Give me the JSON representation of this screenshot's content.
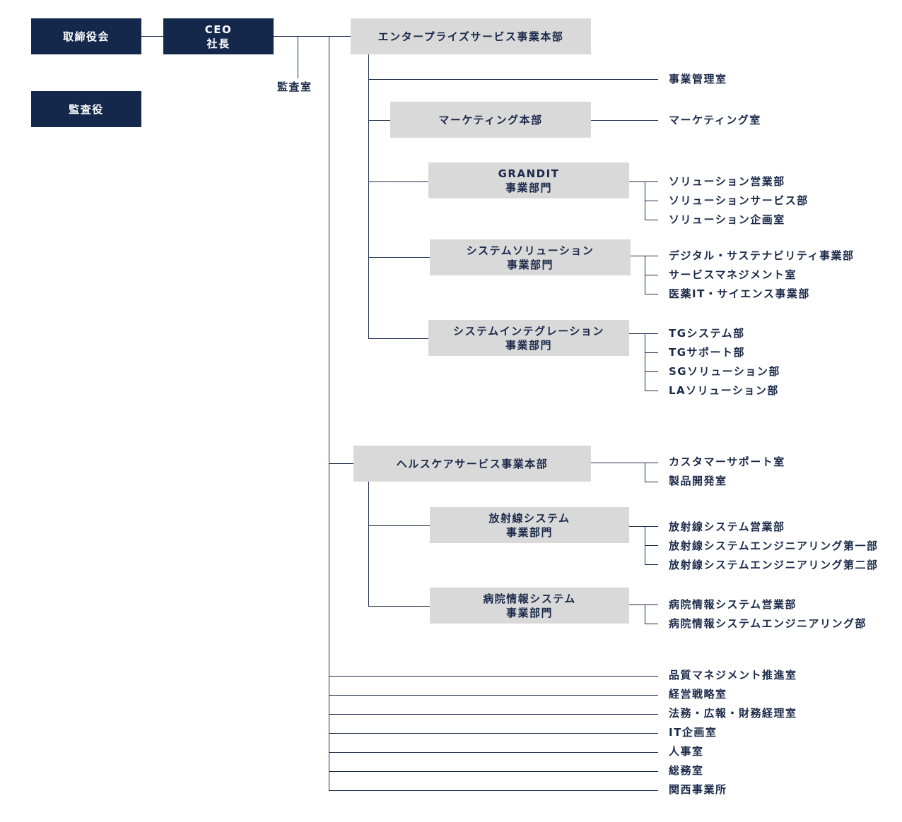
{
  "board": "取締役会",
  "ceo": {
    "line1": "CEO",
    "line2": "社長"
  },
  "auditor": "監査役",
  "audit_office": "監査室",
  "enterprise": {
    "title": "エンタープライズサービス事業本部",
    "business_mgmt": "事業管理室",
    "marketing": {
      "title": "マーケティング本部",
      "office": "マーケティング室"
    },
    "grandit": {
      "line1": "GRANDIT",
      "line2": "事業部門",
      "depts": [
        "ソリューション営業部",
        "ソリューションサービス部",
        "ソリューション企画室"
      ]
    },
    "system_solution": {
      "line1": "システムソリューション",
      "line2": "事業部門",
      "depts": [
        "デジタル・サステナビリティ事業部",
        "サービスマネジメント室",
        "医薬IT・サイエンス事業部"
      ]
    },
    "system_integration": {
      "line1": "システムインテグレーション",
      "line2": "事業部門",
      "depts": [
        "TGシステム部",
        "TGサポート部",
        "SGソリューション部",
        "LAソリューション部"
      ]
    }
  },
  "healthcare": {
    "title": "ヘルスケアサービス事業本部",
    "offices": [
      "カスタマーサポート室",
      "製品開発室"
    ],
    "radiology": {
      "line1": "放射線システム",
      "line2": "事業部門",
      "depts": [
        "放射線システム営業部",
        "放射線システムエンジニアリング第一部",
        "放射線システムエンジニアリング第二部"
      ]
    },
    "hospital": {
      "line1": "病院情報システム",
      "line2": "事業部門",
      "depts": [
        "病院情報システム営業部",
        "病院情報システムエンジニアリング部"
      ]
    }
  },
  "corporate_offices": [
    "品質マネジメント推進室",
    "経営戦略室",
    "法務・広報・財務経理室",
    "IT企画室",
    "人事室",
    "総務室",
    "関西事業所"
  ]
}
